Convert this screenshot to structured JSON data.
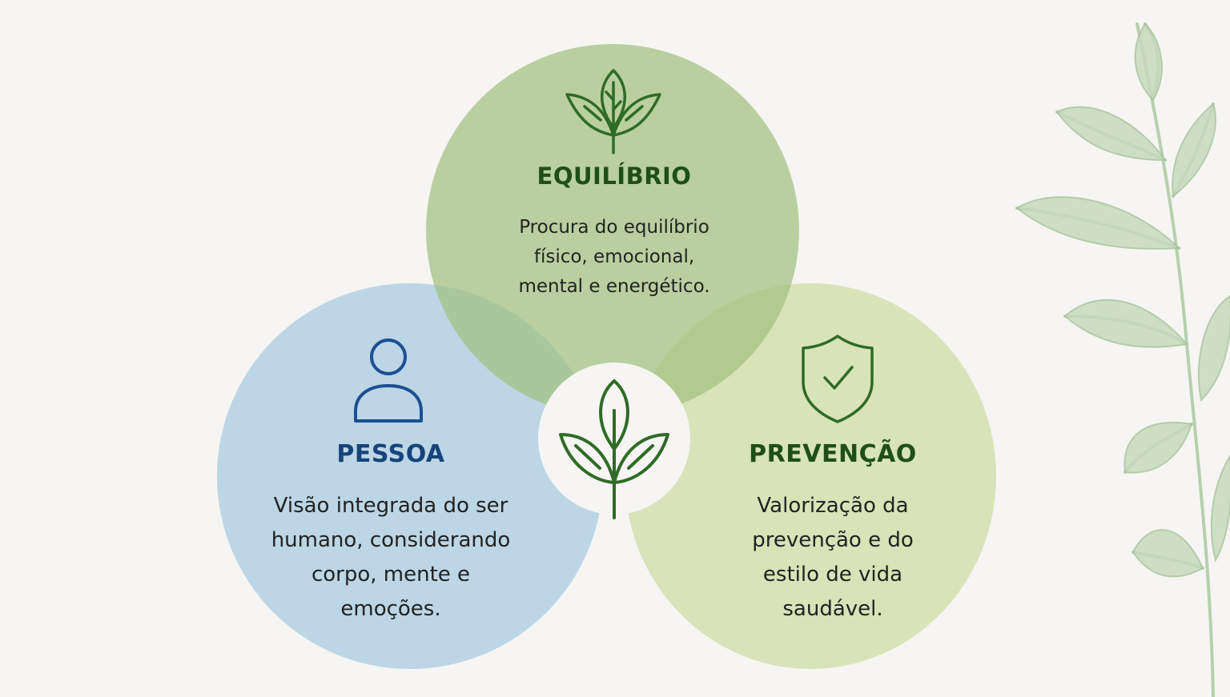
{
  "equilibrio": {
    "title": "EQUILÍBRIO",
    "description": "Procura do equilíbrio\nfísico, emocional,\nmental e energético.",
    "icon": "leaves-icon"
  },
  "pessoa": {
    "title": "PESSOA",
    "description": "Visão integrada do ser\nhumano, considerando\ncorpo, mente e\nemoções.",
    "icon": "person-icon"
  },
  "prevencao": {
    "title": "PREVENÇÃO",
    "description": "Valorização da\nprevenção e do\nestilo de vida\nsaudável.",
    "icon": "shield-check-icon"
  },
  "center": {
    "icon": "sprout-icon"
  },
  "colors": {
    "background": "#f6f5f3",
    "equilibrio_circle": "#a2c080",
    "pessoa_circle": "#b8d4e5",
    "prevencao_circle": "#d6e2b4",
    "green_text": "#1f4f16",
    "blue_text": "#16447a",
    "icon_green": "#2f6b26",
    "icon_blue": "#1d4f91"
  }
}
